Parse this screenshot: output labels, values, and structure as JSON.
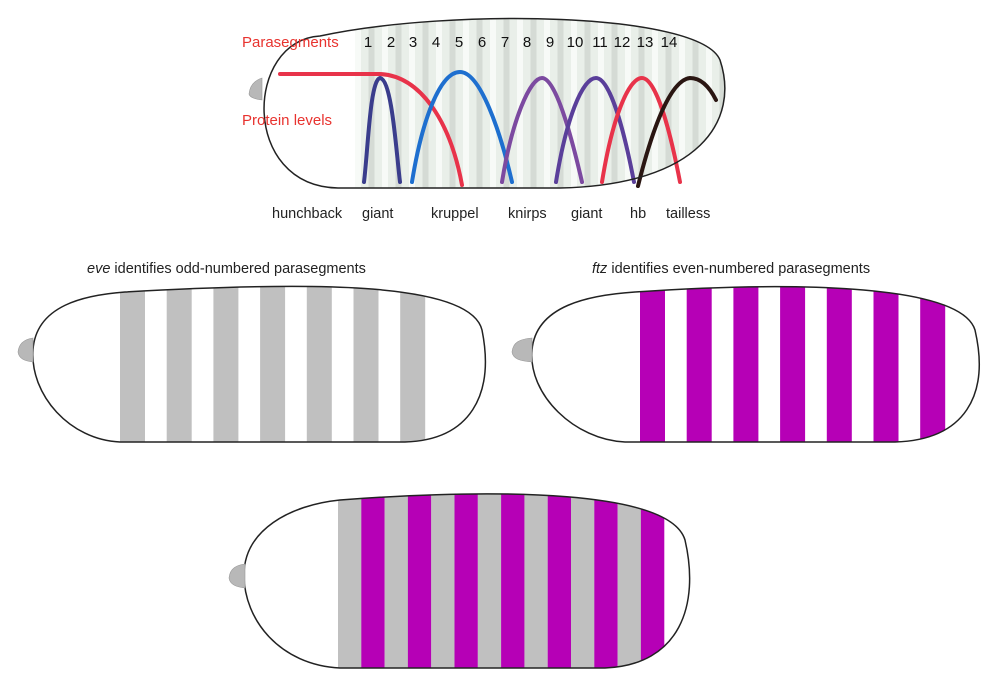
{
  "top_panel": {
    "parasegments_label": "Parasegments",
    "protein_levels_label": "Protein levels",
    "parasegment_numbers": [
      "1",
      "2",
      "3",
      "4",
      "5",
      "6",
      "7",
      "8",
      "9",
      "10",
      "11",
      "12",
      "13",
      "14"
    ],
    "gene_labels": [
      "hunchback",
      "giant",
      "kruppel",
      "knirps",
      "giant",
      "hb",
      "tailless"
    ],
    "colors": {
      "label_red": "#e8332f",
      "hunchback": "#e8334a",
      "giant": "#3a3d8c",
      "kruppel": "#1e6fcf",
      "knirps": "#7c4aa0",
      "giant_posterior": "#5a3f9a",
      "hb_posterior": "#e8334a",
      "tailless": "#2a1612",
      "embryo_fill": "#e9efe9"
    }
  },
  "eve_panel": {
    "title_gene": "eve",
    "title_rest": " identifies odd-numbered parasegments",
    "stripe_color": "#c0c0c0",
    "stripe_count": 7
  },
  "ftz_panel": {
    "title_gene": "ftz",
    "title_rest": " identifies even-numbered parasegments",
    "stripe_color": "#b600b6",
    "stripe_count": 7
  },
  "combined_panel": {
    "eve_color": "#c0c0c0",
    "ftz_color": "#b600b6"
  }
}
